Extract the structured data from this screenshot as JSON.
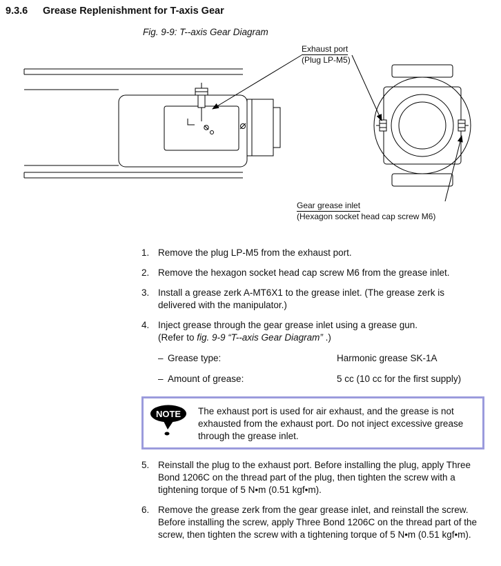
{
  "header": {
    "section_number": "9.3.6",
    "section_title": "Grease Replenishment for T-axis Gear"
  },
  "figure": {
    "caption": "Fig. 9-9: T--axis Gear Diagram",
    "labels": {
      "exhaust_line1": "Exhaust port",
      "exhaust_line2": "(Plug LP-M5)",
      "inlet_line1": "Gear grease inlet",
      "inlet_line2": "(Hexagon socket head cap screw M6)"
    }
  },
  "steps": [
    {
      "num": "1.",
      "text": "Remove the plug LP-M5 from the exhaust port."
    },
    {
      "num": "2.",
      "text": "Remove the hexagon socket head cap screw M6 from the grease inlet."
    },
    {
      "num": "3.",
      "text": "Install a grease zerk A-MT6X1 to the grease inlet.  (The grease zerk is delivered with the manipulator.)"
    },
    {
      "num": "4.",
      "text": "Inject grease through the gear grease inlet using a grease gun.",
      "ref_prefix": "(Refer to ",
      "ref_italic": "fig. 9-9  “T--axis Gear Diagram”",
      "ref_suffix": " .)"
    },
    {
      "num": "5.",
      "text": "Reinstall the plug to the exhaust port.  Before installing the plug, apply Three Bond 1206C on the thread part of the plug, then tighten the screw with a tightening torque of 5 N•m (0.51 kgf•m)."
    },
    {
      "num": "6.",
      "text": "Remove the grease zerk from the gear grease inlet, and reinstall the screw.  Before installing the screw, apply Three Bond 1206C on the thread part of the screw, then tighten the screw with a tightening torque of 5 N•m (0.51 kgf•m)."
    }
  ],
  "specs": [
    {
      "dash": "–",
      "label": "Grease type:",
      "value": "Harmonic grease SK-1A"
    },
    {
      "dash": "–",
      "label": "Amount of grease:",
      "value": "5 cc (10 cc for the first supply)"
    }
  ],
  "note": {
    "badge": "NOTE",
    "text": "The exhaust port is used for air exhaust, and the grease is not exhausted from the exhaust port.  Do not inject excessive grease through the grease inlet."
  },
  "colors": {
    "note_border": "#9b9bdc",
    "line_color": "#000000"
  }
}
